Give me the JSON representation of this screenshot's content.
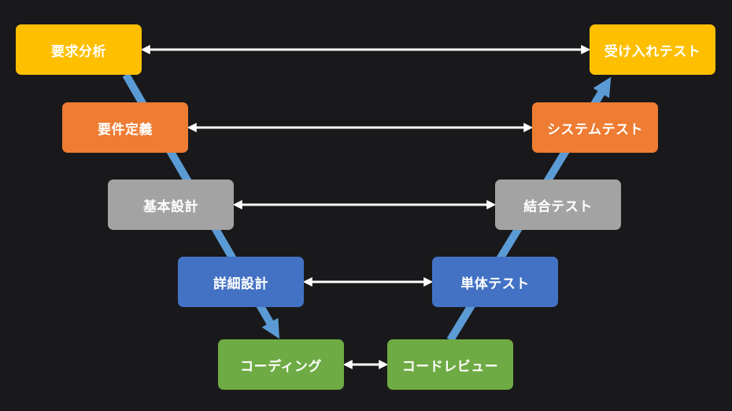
{
  "colors": {
    "background": "#19191b",
    "yellow": "#fdbf00",
    "orange": "#ee7c32",
    "gray": "#a3a3a3",
    "blue": "#4372c4",
    "green": "#6fab45",
    "flow_arrow": "#5b9bd5",
    "pair_arrow": "#ffffff"
  },
  "left_side": {
    "requirements_analysis": "要求分析",
    "requirements_definition": "要件定義",
    "basic_design": "基本設計",
    "detailed_design": "詳細設計",
    "coding": "コーディング"
  },
  "right_side": {
    "code_review": "コードレビュー",
    "unit_test": "単体テスト",
    "integration_test": "結合テスト",
    "system_test": "システムテスト",
    "acceptance_test": "受け入れテスト"
  }
}
